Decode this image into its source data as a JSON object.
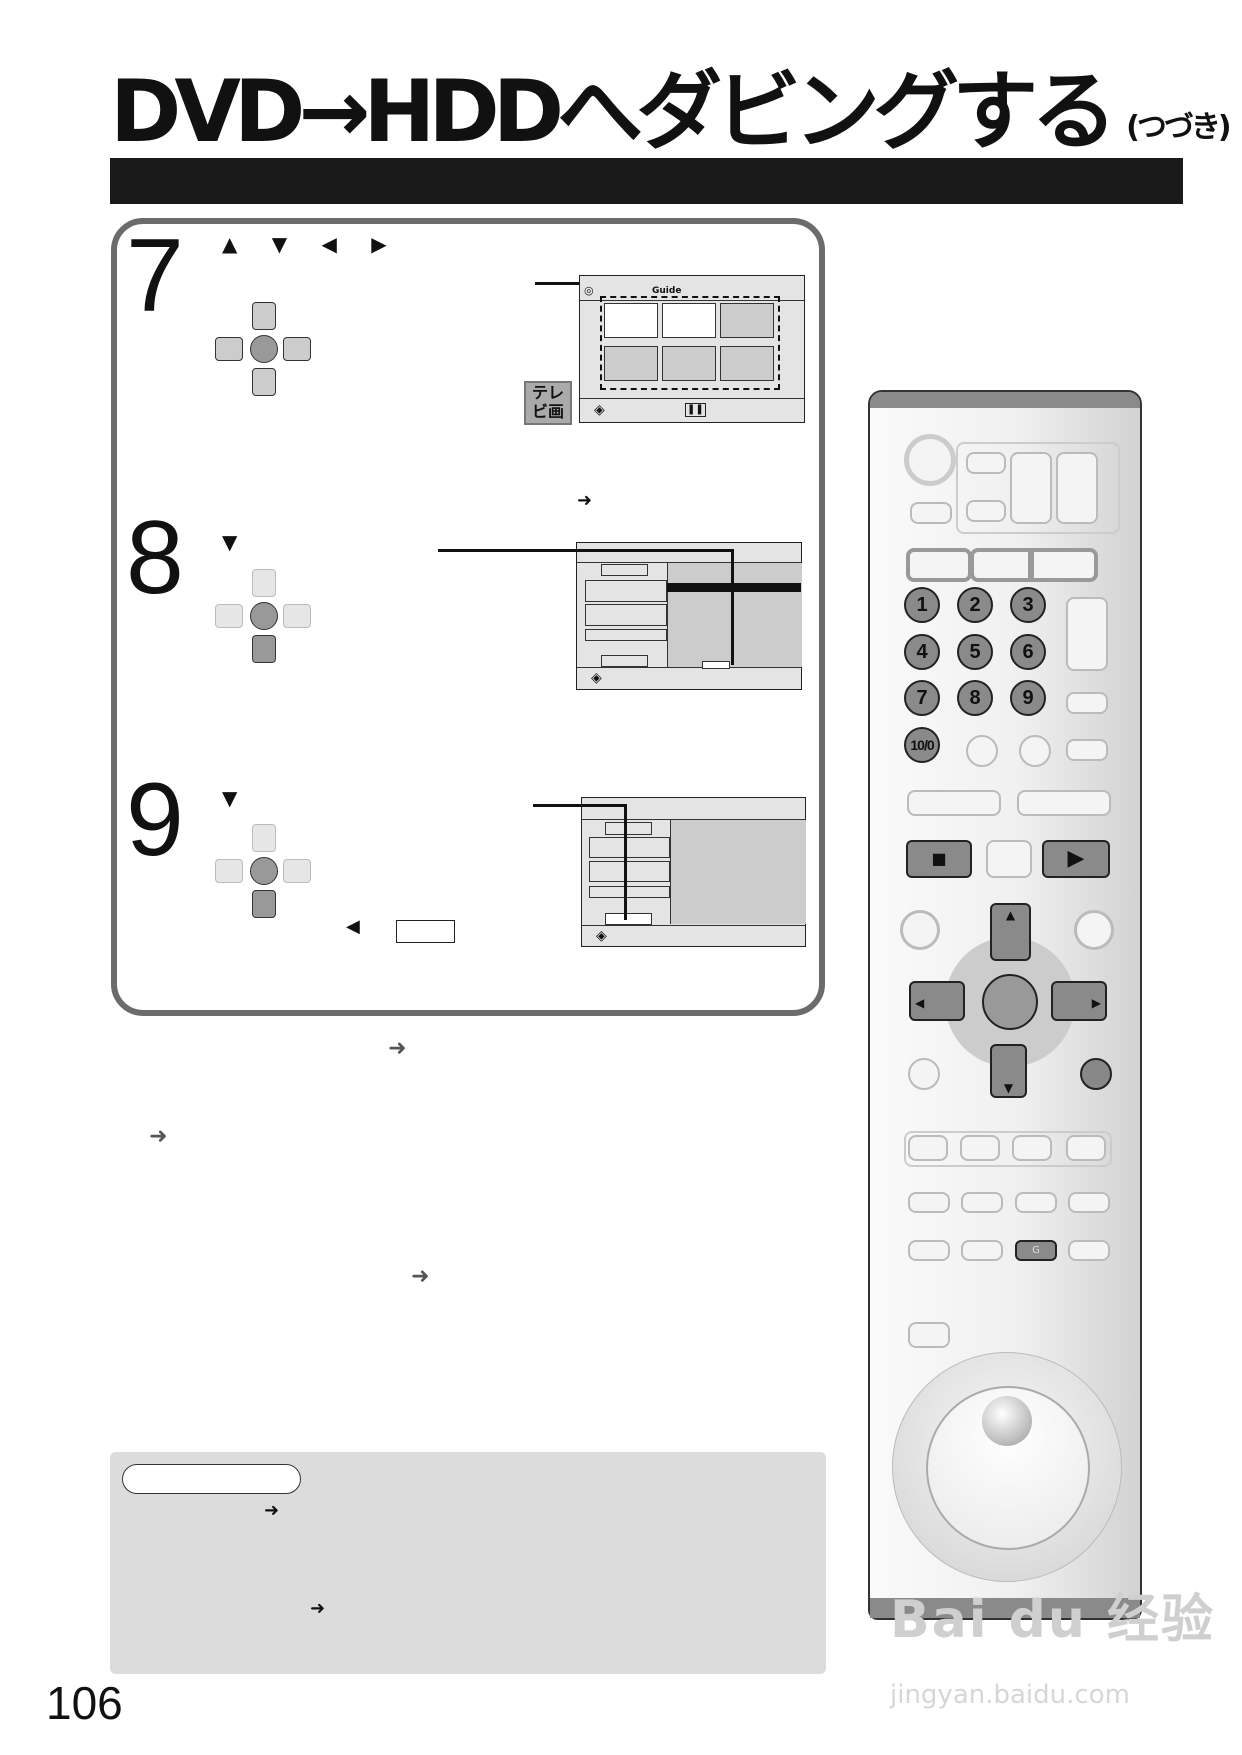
{
  "header": {
    "title": "DVD→HDDへダビングする",
    "title_suffix": "(つづき)"
  },
  "steps": [
    {
      "number": "7",
      "keys": "▲ ▼ ◀ ▶"
    },
    {
      "number": "8",
      "keys": "▼"
    },
    {
      "number": "9",
      "keys": "▼",
      "extra_key": "◀"
    }
  ],
  "tv_icon_label": "テレビ画面",
  "screen7": {
    "guide_label": "Guide"
  },
  "arrow": "➜",
  "page_number": "106",
  "remote": {
    "numbers": [
      "1",
      "2",
      "3",
      "4",
      "5",
      "6",
      "7",
      "8",
      "9",
      "10/0"
    ],
    "g_button": "G",
    "stop": "■",
    "play": "▶",
    "up": "▲",
    "down": "▼",
    "left": "◀",
    "right": "▶"
  },
  "watermark": {
    "brand": "Bai du 经验",
    "url": "jingyan.baidu.com"
  }
}
